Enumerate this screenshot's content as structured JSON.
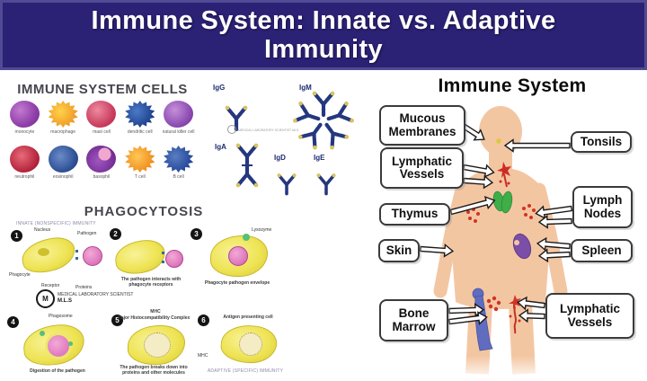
{
  "palette": {
    "header_bg": "#2b2175",
    "skin": "#f3c6a2",
    "antibody_navy": "#25377e",
    "antibody_tip": "#d9c45c",
    "phagocyte_yellow": "#eee455",
    "pathogen_pink": "#e07cc0",
    "thymus_green": "#3fae49",
    "spleen_purple": "#7b4fa8",
    "bone_blue": "#5f6cc0",
    "lymph_red": "#d03426"
  },
  "header": {
    "title": "Immune System: Innate vs. Adaptive Immunity"
  },
  "cells_panel": {
    "title": "IMMUNE SYSTEM CELLS",
    "cells": [
      {
        "name": "monocyte",
        "color": "#8e3fa8"
      },
      {
        "name": "macrophage",
        "color": "#f09c28"
      },
      {
        "name": "mast cell",
        "color": "#c83a5c"
      },
      {
        "name": "dendritic cell",
        "color": "#1d3f8a"
      },
      {
        "name": "natural killer cell",
        "color": "#8a48b0"
      },
      {
        "name": "neutrophil",
        "color": "#b02038"
      },
      {
        "name": "eosinophil",
        "color": "#2a4a90"
      },
      {
        "name": "basophil",
        "color": "#702a90"
      },
      {
        "name": "T cell",
        "color": "#f09020"
      },
      {
        "name": "B cell",
        "color": "#23459a"
      }
    ]
  },
  "antibody_panel": {
    "watermark": "MEDICAL LABORATORY SCIENTIST MLS",
    "items": [
      {
        "label": "IgG"
      },
      {
        "label": "IgM"
      },
      {
        "label": "IgA"
      },
      {
        "label": "IgD"
      },
      {
        "label": "IgE"
      }
    ]
  },
  "phagocytosis_panel": {
    "title": "PHAGOCYTOSIS",
    "innate_note": "INNATE (NONSPECIFIC) IMMUNITY",
    "adaptive_note": "ADAPTIVE (SPECIFIC) IMMUNITY",
    "logo": {
      "org": "MEDICAL LABORATORY SCIENTIST",
      "abbr": "M.L.S"
    },
    "step1": {
      "num": "1",
      "nucleus": "Nucleus",
      "pathogen": "Pathogen",
      "phagocyte": "Phagocyte",
      "receptor": "Receptor",
      "proteins": "Proteins"
    },
    "step2": {
      "num": "2",
      "caption": "The pathogen interacts with phagocyte receptors"
    },
    "step3": {
      "num": "3",
      "lysozyme": "Lysozyme",
      "caption": "Phagocyte pathogen envelope"
    },
    "step4": {
      "num": "4",
      "phagosome": "Phagosome",
      "caption": "Digestion of the pathogen"
    },
    "step5": {
      "num": "5",
      "mhc_abbr": "MHC",
      "mhc_full": "Major Histocompatibility Complex",
      "caption": "The pathogen breaks down into proteins and other molecules"
    },
    "step6": {
      "num": "6",
      "title": "Antigen presenting cell",
      "mhc": "MHC"
    }
  },
  "body_panel": {
    "title": "Immune System",
    "labels": {
      "mucous": "Mucous Membranes",
      "tonsils": "Tonsils",
      "lymph_vessels_upper": "Lymphatic Vessels",
      "thymus": "Thymus",
      "lymph_nodes": "Lymph Nodes",
      "skin": "Skin",
      "spleen": "Spleen",
      "bone_marrow": "Bone Marrow",
      "lymph_vessels_lower": "Lymphatic Vessels"
    }
  }
}
